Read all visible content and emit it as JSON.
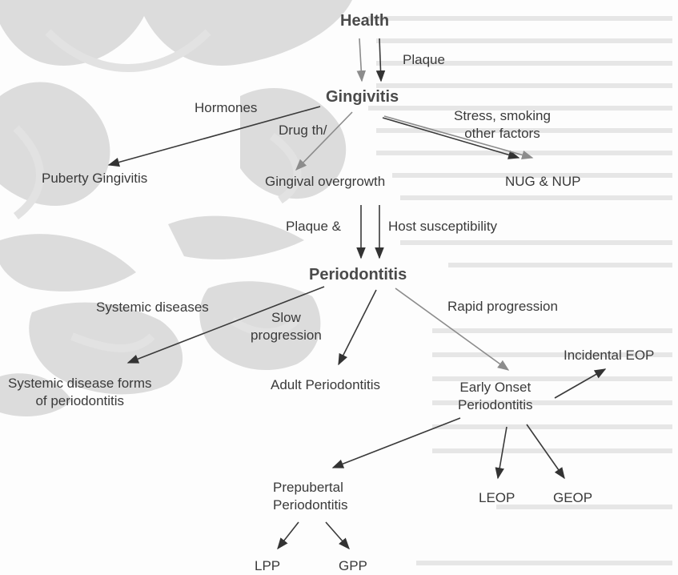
{
  "nodes": {
    "health": "Health",
    "gingivitis": "Gingivitis",
    "puberty_gingivitis": "Puberty Gingivitis",
    "gingival_overgrowth": "Gingival overgrowth",
    "nug_nup": "NUG & NUP",
    "periodontitis": "Periodontitis",
    "systemic_forms": "Systemic disease forms\nof periodontitis",
    "adult_periodontitis": "Adult Periodontitis",
    "early_onset": "Early Onset\nPeriodontitis",
    "incidental_eop": "Incidental EOP",
    "prepubertal": "Prepubertal\nPeriodontitis",
    "leop": "LEOP",
    "geop": "GEOP",
    "lpp": "LPP",
    "gpp": "GPP"
  },
  "edge_labels": {
    "plaque": "Plaque",
    "hormones": "Hormones",
    "drug_th": "Drug th/",
    "stress": "Stress, smoking\nother factors",
    "plaque_and": "Plaque &",
    "host_susceptibility": "Host susceptibility",
    "systemic_diseases": "Systemic diseases",
    "slow_progression": "Slow\nprogression",
    "rapid_progression": "Rapid progression"
  },
  "colors": {
    "arrow_dark": "#3a3a3a",
    "arrow_gray": "#8c8c8c",
    "watermark": "#dadada"
  }
}
